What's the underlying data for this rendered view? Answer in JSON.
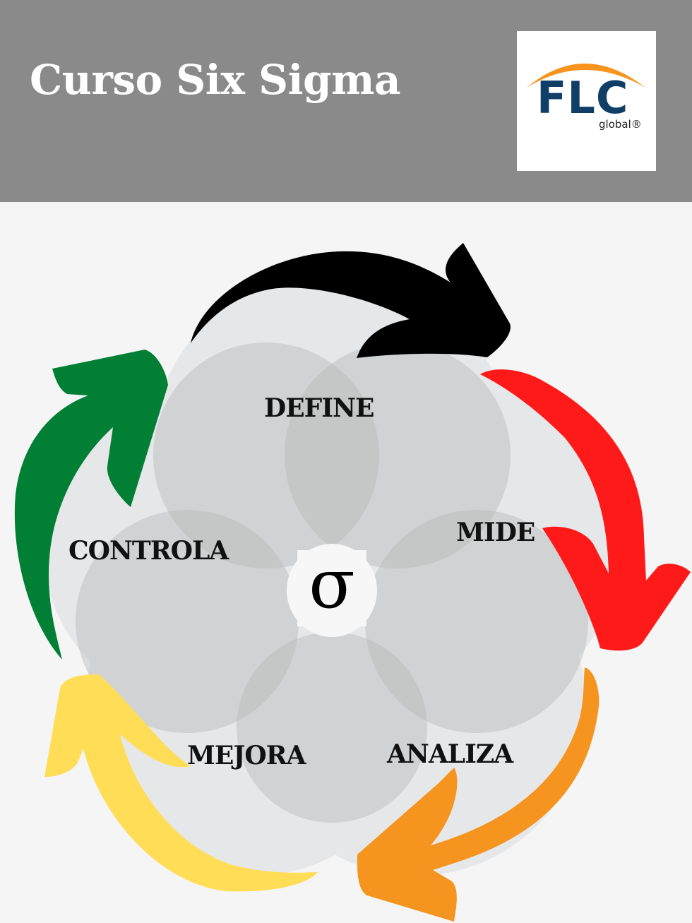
{
  "header": {
    "title": "Curso Six Sigma",
    "background_color": "#8a8a8a"
  },
  "logo": {
    "brand": "FLC",
    "subtitle": "global®",
    "arc_color": "#f7941d",
    "text_color": "#0f3e66"
  },
  "diagram": {
    "center_symbol": "σ",
    "center_symbol_name": "sigma",
    "phases": [
      {
        "label": "DEFINE",
        "arrow_color": "#000000"
      },
      {
        "label": "MIDE",
        "arrow_color": "#ff1a1a"
      },
      {
        "label": "ANALIZA",
        "arrow_color": "#f5941e"
      },
      {
        "label": "MEJORA",
        "arrow_color": "#ffdd57"
      },
      {
        "label": "CONTROLA",
        "arrow_color": "#007f35"
      }
    ]
  }
}
